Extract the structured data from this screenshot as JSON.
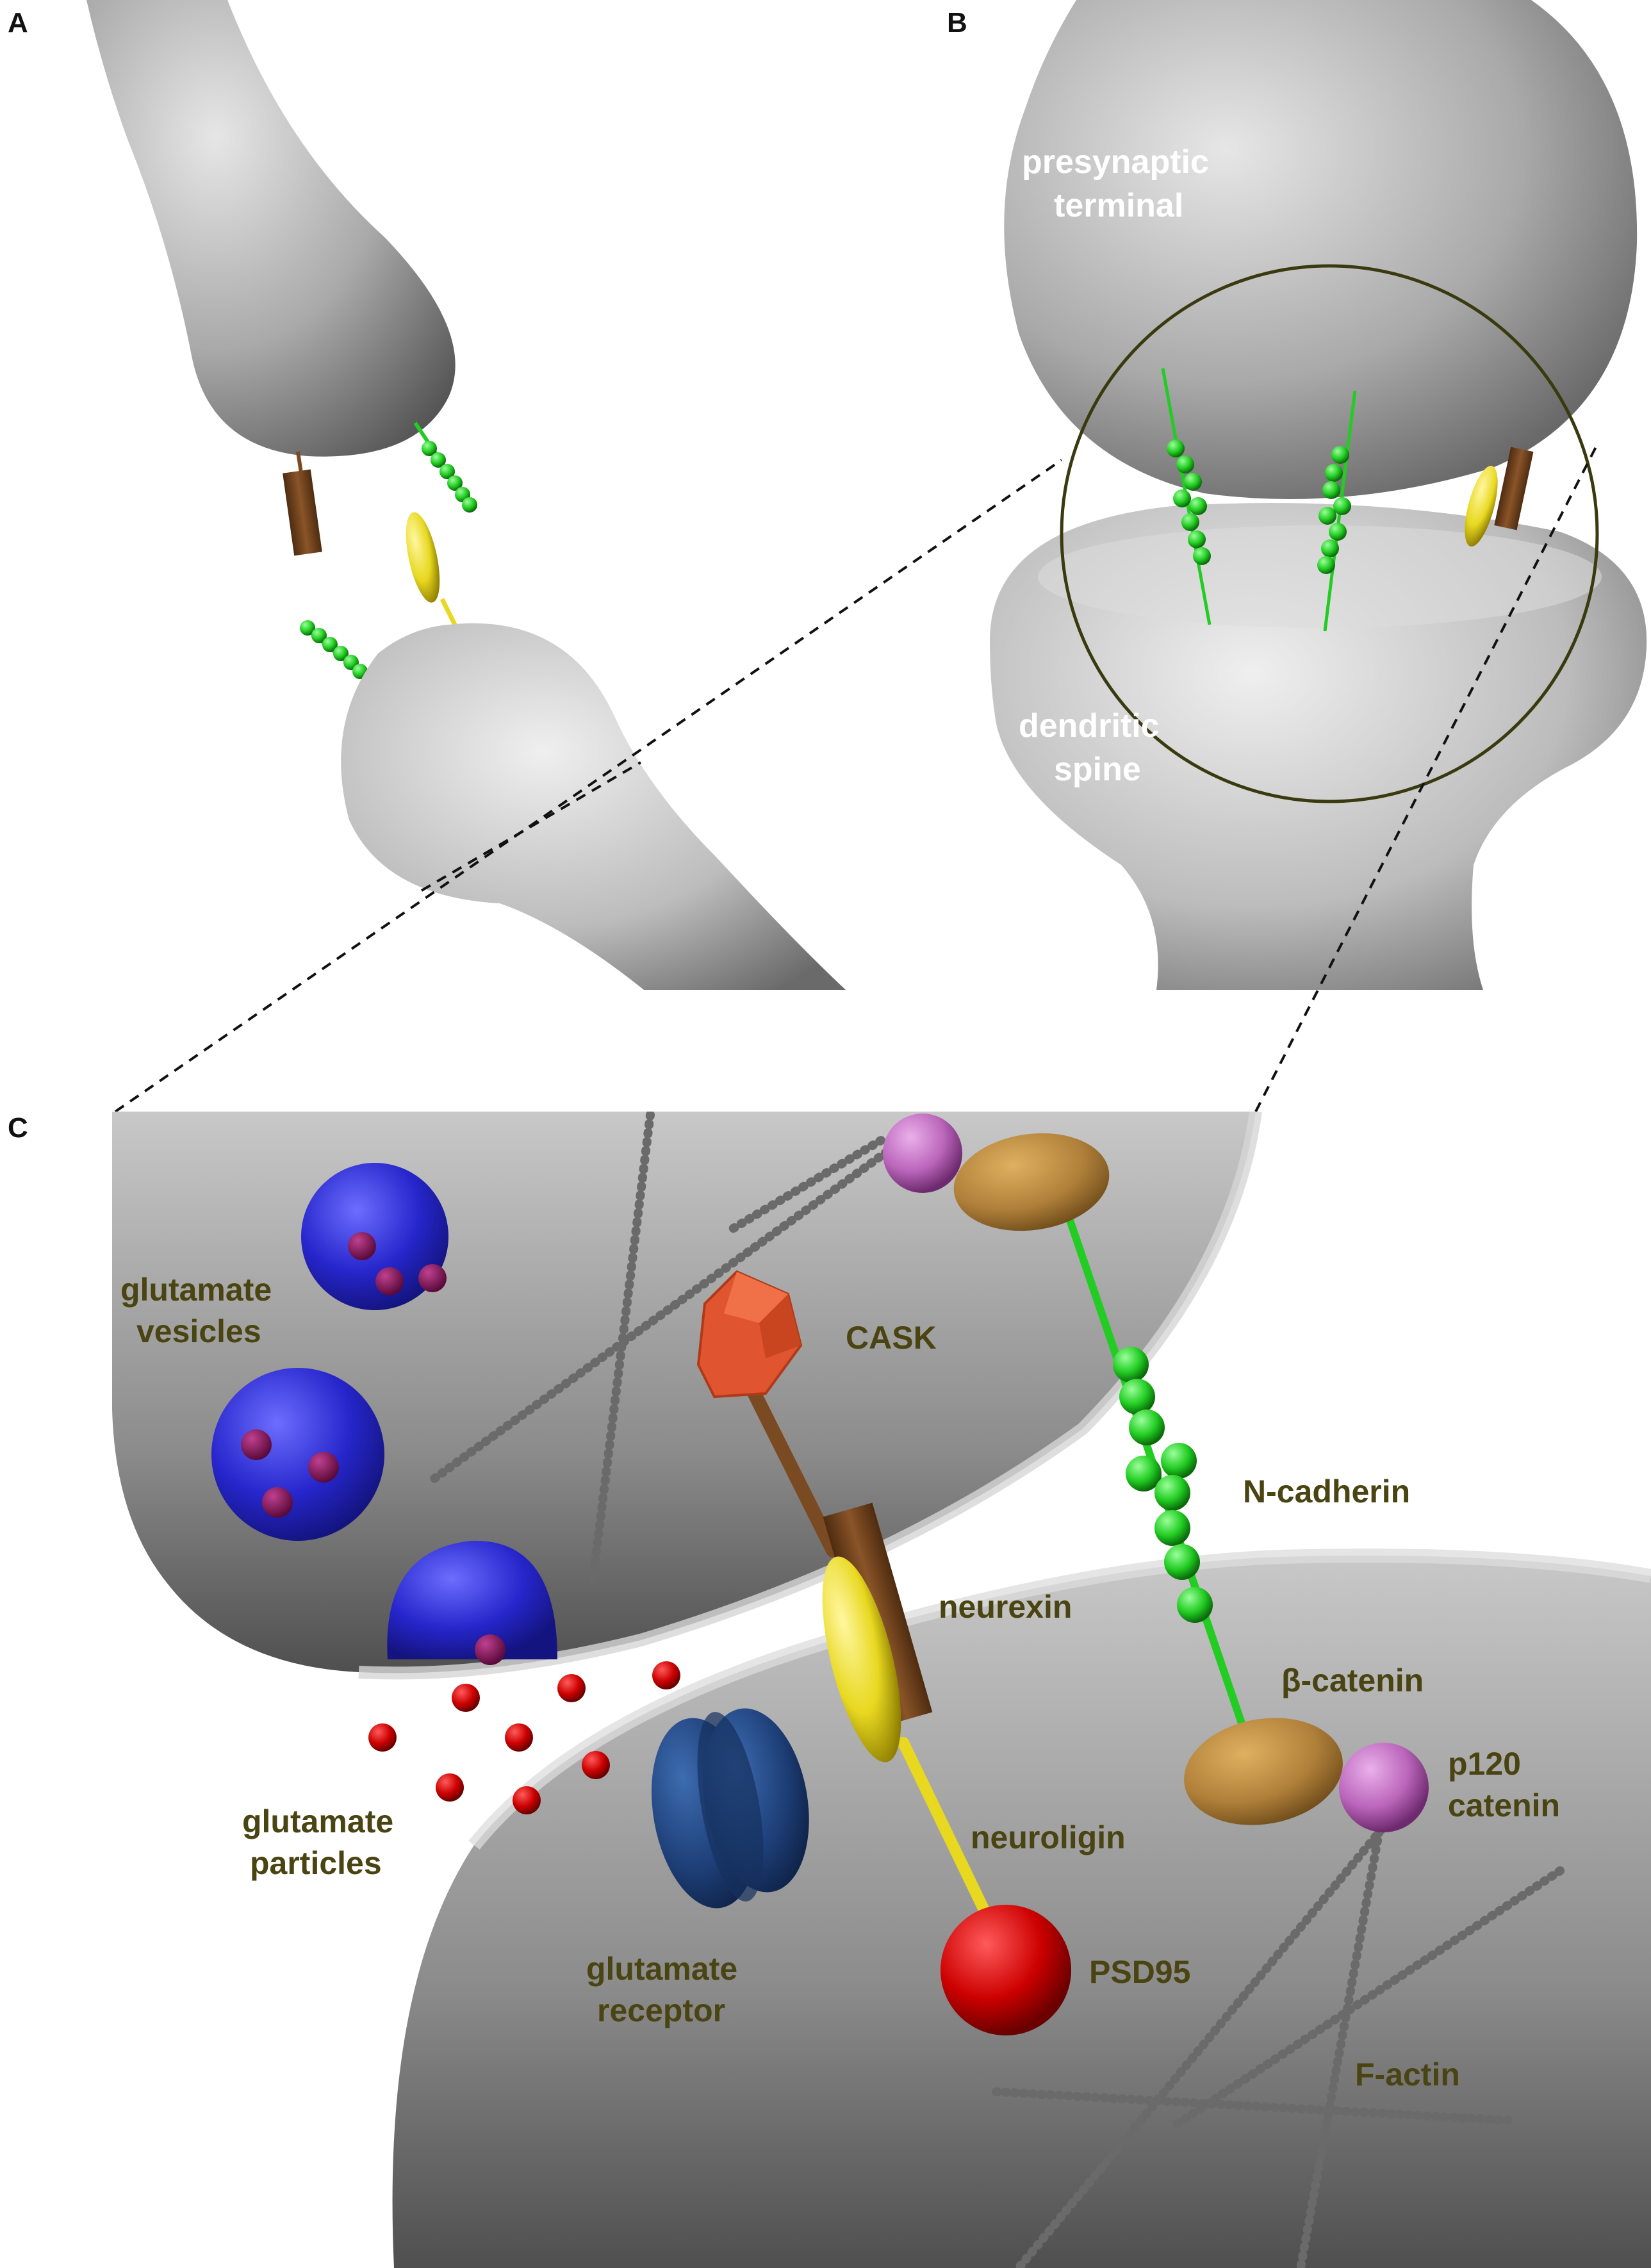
{
  "panels": {
    "a": "A",
    "b": "B",
    "c": "C"
  },
  "panel_b_labels": {
    "presynaptic_1": "presynaptic",
    "presynaptic_2": "terminal",
    "dendritic_1": "dendritic",
    "dendritic_2": "spine"
  },
  "panel_c_labels": {
    "glutamate_vesicles_1": "glutamate",
    "glutamate_vesicles_2": "vesicles",
    "cask": "CASK",
    "n_cadherin": "N-cadherin",
    "neurexin": "neurexin",
    "beta_catenin": "β-catenin",
    "p120_1": "p120",
    "p120_2": "catenin",
    "glutamate_particles_1": "glutamate",
    "glutamate_particles_2": "particles",
    "neuroligin": "neuroligin",
    "glutamate_receptor_1": "glutamate",
    "glutamate_receptor_2": "receptor",
    "psd95": "PSD95",
    "f_actin": "F-actin"
  },
  "colors": {
    "membrane": "#a8a8a8",
    "n_cadherin": "#22cc22",
    "neurexin": "#7a4a22",
    "neuroligin": "#e8d820",
    "cask": "#e05530",
    "catenin": "#b8863a",
    "p120": "#c070c0",
    "vesicle": "#2828d0",
    "glutamate": "#cc0000",
    "receptor": "#1e3f78",
    "psd95": "#dd0000",
    "label_text": "#4a4412"
  }
}
